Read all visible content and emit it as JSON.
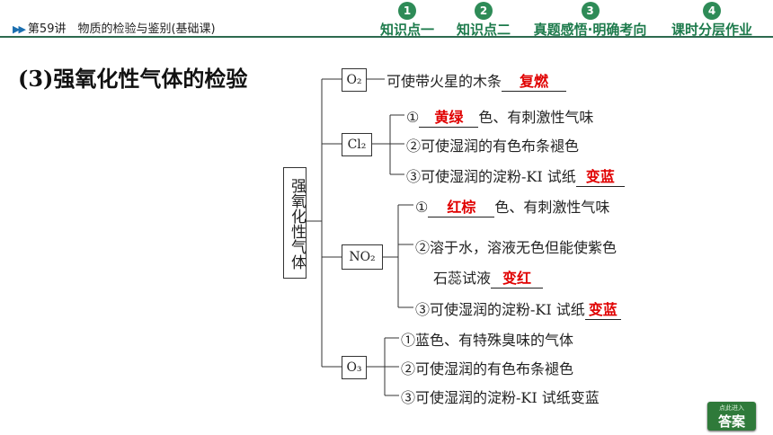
{
  "header": {
    "lesson": "第59讲　物质的检验与鉴别(基础课)",
    "nav": [
      {
        "num": "1",
        "label": "知识点一"
      },
      {
        "num": "2",
        "label": "知识点二"
      },
      {
        "num": "3",
        "label": "真题感悟·明确考向"
      },
      {
        "num": "4",
        "label": "课时分层作业"
      }
    ]
  },
  "section_title": "(3)强氧化性气体的检验",
  "root_label": "强氧化性气体",
  "o2": {
    "formula": "O₂",
    "text": "可使带火星的木条",
    "answer": "复燃"
  },
  "cl2": {
    "formula": "Cl₂",
    "item1_prefix": "①",
    "item1_answer": "黄绿",
    "item1_suffix": "色、有刺激性气味",
    "item2": "②可使湿润的有色布条褪色",
    "item3_text": "③可使湿润的淀粉-KI 试纸",
    "item3_answer": "变蓝"
  },
  "no2": {
    "formula": "NO₂",
    "item1_prefix": "①",
    "item1_answer": "红棕",
    "item1_suffix": "色、有刺激性气味",
    "item2_line1": "②溶于水，溶液无色但能使紫色",
    "item2_line2": "石蕊试液",
    "item2_answer": "变红",
    "item3_text": "③可使湿润的淀粉-KI 试纸",
    "item3_answer": "变蓝"
  },
  "o3": {
    "formula": "O₃",
    "item1": "①蓝色、有特殊臭味的气体",
    "item2": "②可使湿润的有色布条褪色",
    "item3": "③可使湿润的淀粉-KI 试纸变蓝"
  },
  "enter_button": {
    "small": "点此进入",
    "big": "答案"
  }
}
